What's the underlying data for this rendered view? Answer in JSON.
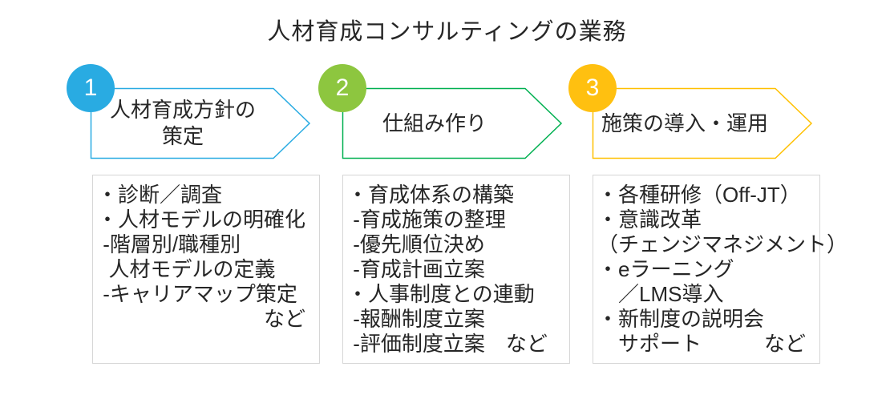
{
  "title": "人材育成コンサルティングの業務",
  "steps": [
    {
      "number": "1",
      "badge_color": "#29ABE2",
      "chevron_color": "#29ABE2",
      "label_lines": [
        "人材育成方針の",
        "策定"
      ],
      "items": [
        "・診断／調査",
        "・人材モデルの明確化",
        " -階層別/職種別",
        "  人材モデルの定義",
        " -キャリアマップ策定",
        "　　　　　　　　など"
      ]
    },
    {
      "number": "2",
      "badge_color": "#8DC63F",
      "chevron_color": "#00B050",
      "label_lines": [
        "仕組み作り"
      ],
      "items": [
        "・育成体系の構築",
        " -育成施策の整理",
        " -優先順位決め",
        " -育成計画立案",
        "・人事制度との連動",
        " -報酬制度立案",
        " -評価制度立案　など"
      ]
    },
    {
      "number": "3",
      "badge_color": "#FFC010",
      "chevron_color": "#FFC000",
      "label_lines": [
        "施策の導入・運用"
      ],
      "items": [
        "・各種研修（Off-JT）",
        "・意識改革",
        "（チェンジマネジメント）",
        "・eラーニング",
        "　／LMS導入",
        "・新制度の説明会",
        "　サポート　　　など"
      ]
    }
  ]
}
